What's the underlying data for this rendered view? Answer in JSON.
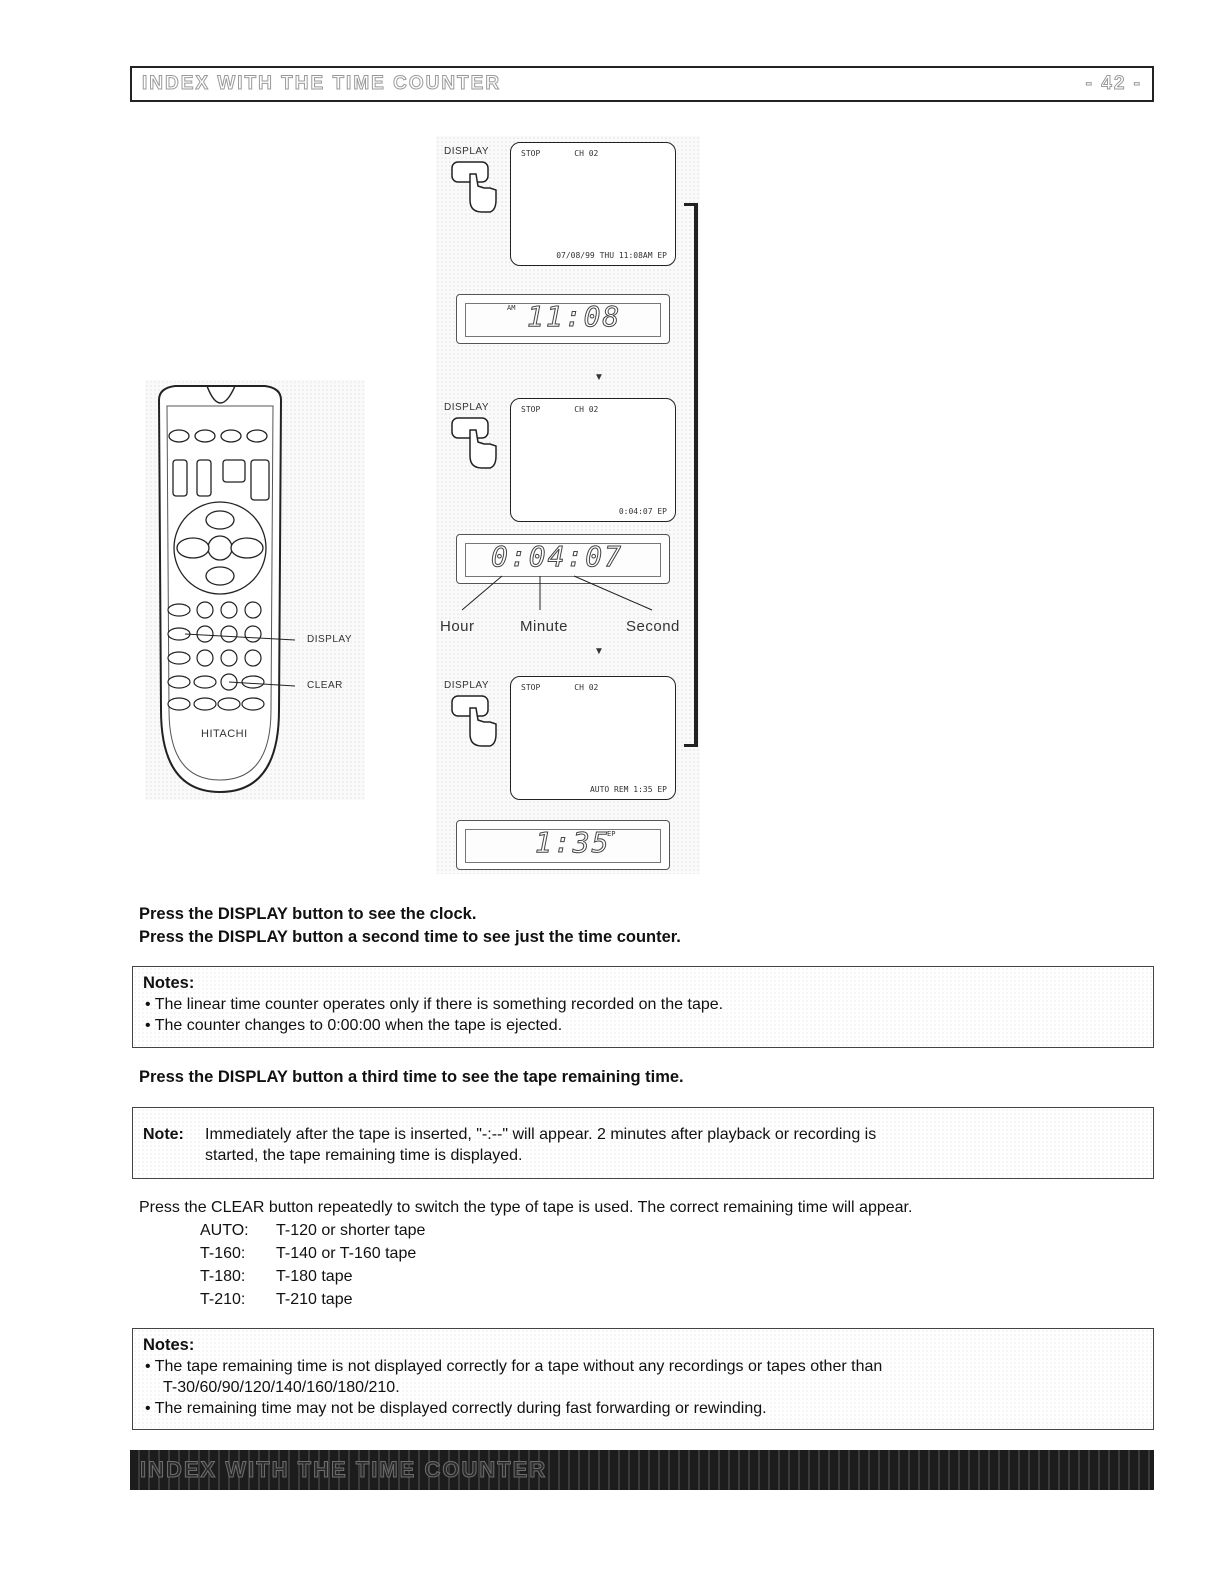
{
  "header": {
    "title": "INDEX WITH THE TIME COUNTER",
    "page": "- 42 -"
  },
  "figure": {
    "button_label": "DISPLAY",
    "screens": [
      {
        "status": "STOP",
        "channel": "CH 02",
        "bottom": "07/08/99 THU  11:08AM EP"
      },
      {
        "status": "STOP",
        "channel": "CH 02",
        "bottom": "0:04:07 EP"
      },
      {
        "status": "STOP",
        "channel": "CH 02",
        "bottom": "AUTO REM 1:35 EP"
      }
    ],
    "lcds": [
      {
        "tag": "AM",
        "digits": "11:08"
      },
      {
        "tag": "",
        "digits": "0:04:07"
      },
      {
        "tag": "EP",
        "digits": "1:35"
      }
    ],
    "counter_labels": {
      "hour": "Hour",
      "minute": "Minute",
      "second": "Second"
    },
    "arrow": "▼"
  },
  "remote": {
    "brand": "HITACHI",
    "callouts": {
      "display": "DISPLAY",
      "clear": "CLEAR"
    }
  },
  "instructions": {
    "line1": "Press the DISPLAY button to see the clock.",
    "line2": "Press the DISPLAY button a second time to see just the time counter.",
    "line3": "Press the DISPLAY button a third time to see the tape remaining time.",
    "clear_text": "Press the CLEAR button repeatedly to switch the type of tape is used. The correct remaining time will appear."
  },
  "notes1": {
    "heading": "Notes:",
    "items": [
      "• The linear time counter operates only if there is something recorded on the tape.",
      "• The counter changes to 0:00:00 when the tape is ejected."
    ]
  },
  "note2": {
    "label": "Note:",
    "line1": "Immediately after the tape is inserted, \"-:--\" will appear. 2 minutes after playback or recording is",
    "line2": "started, the tape remaining time is displayed."
  },
  "tape_types": [
    {
      "key": "AUTO:",
      "value": "T-120 or shorter tape"
    },
    {
      "key": "T-160:",
      "value": "T-140 or T-160 tape"
    },
    {
      "key": "T-180:",
      "value": "T-180 tape"
    },
    {
      "key": "T-210:",
      "value": "T-210 tape"
    }
  ],
  "notes3": {
    "heading": "Notes:",
    "item1_a": "• The tape remaining time is not displayed correctly for a tape without any recordings or tapes other than",
    "item1_b": "T-30/60/90/120/140/160/180/210.",
    "item2": "• The remaining time may not be displayed correctly during fast forwarding or rewinding."
  },
  "footer": {
    "title": "INDEX WITH THE TIME COUNTER"
  }
}
